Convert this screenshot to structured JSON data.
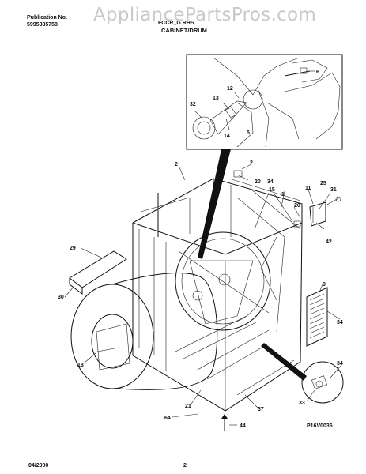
{
  "header": {
    "publication_label": "Publication No.",
    "publication_number": "5995335758",
    "model": "FCCR_G RHS",
    "section": "CABINET/DRUM"
  },
  "watermark": "AppliancePartsPros.com",
  "diagram_code": "P16V0036",
  "footer": {
    "date": "04/2000",
    "page": "2"
  },
  "callouts": [
    "6",
    "12",
    "13",
    "32",
    "14",
    "5",
    "2",
    "2",
    "20",
    "34",
    "11",
    "25",
    "31",
    "15",
    "1",
    "20",
    "29",
    "42",
    "9",
    "30",
    "34",
    "18",
    "34",
    "21",
    "37",
    "33",
    "64",
    "44"
  ]
}
